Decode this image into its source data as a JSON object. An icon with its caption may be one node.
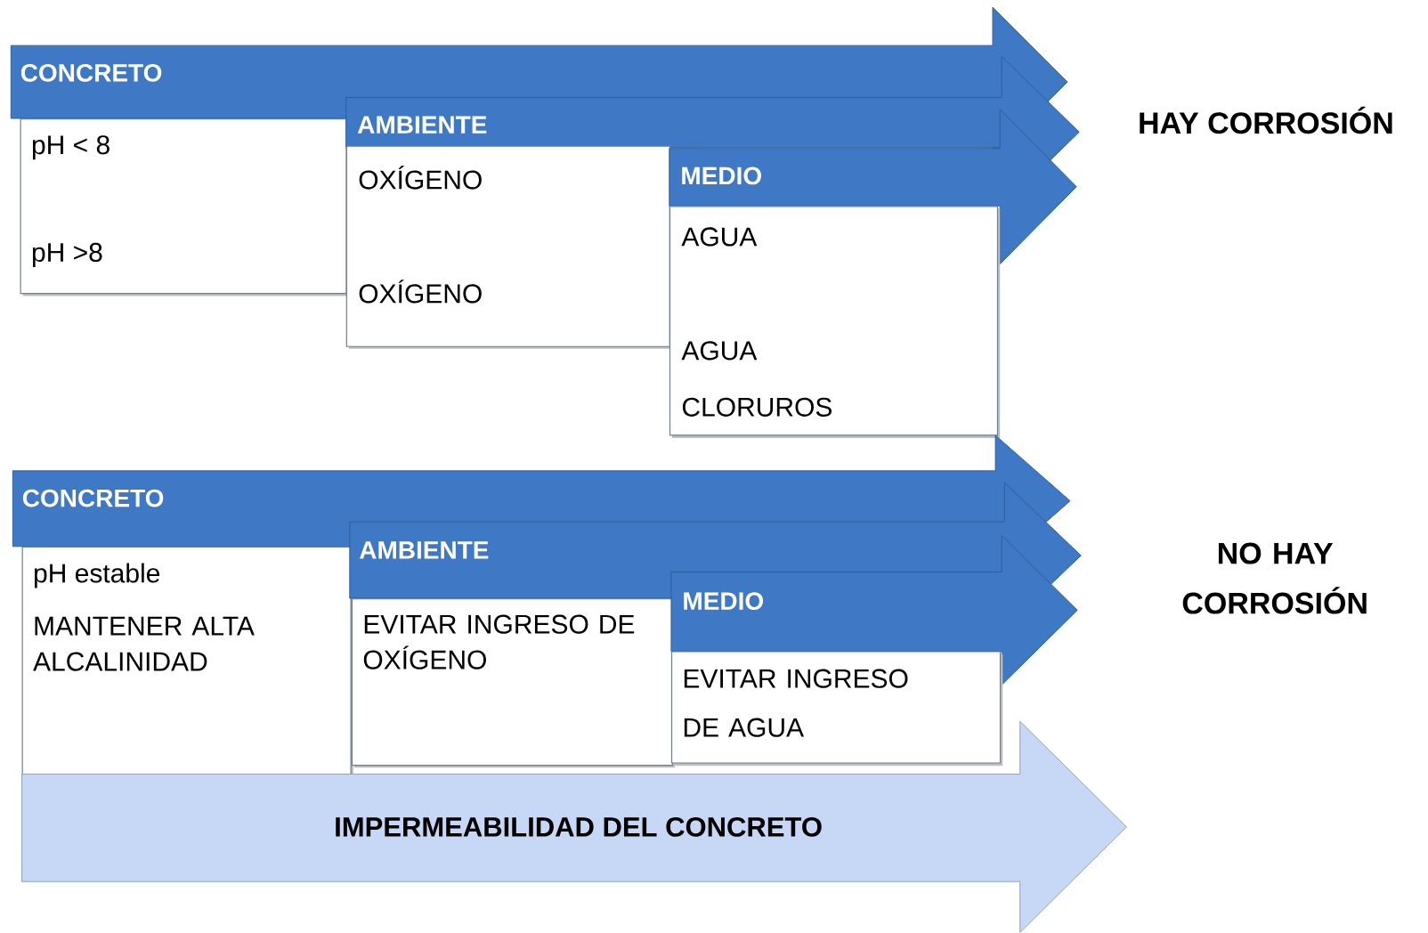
{
  "diagram": {
    "nodes": [
      {
        "text": [
          "CONCRETO"
        ]
      },
      {
        "text": [
          "pH < 8",
          "pH >8"
        ]
      },
      {
        "text": [
          "AMBIENTE"
        ]
      },
      {
        "text": [
          "OXÍGENO",
          "OXÍGENO"
        ]
      },
      {
        "text": [
          "MEDIO"
        ]
      },
      {
        "text": [
          "AGUA",
          "AGUA",
          "CLORUROS"
        ]
      },
      {
        "text": [
          "CONCRETO"
        ]
      },
      {
        "text": [
          "pH estable",
          "MANTENER ALTA ALCALINIDAD"
        ]
      },
      {
        "text": [
          "AMBIENTE"
        ]
      },
      {
        "text": [
          "EVITAR INGRESO DE OXÍGENO"
        ]
      },
      {
        "text": [
          "MEDIO"
        ]
      },
      {
        "text": [
          "EVITAR INGRESO DE AGUA"
        ]
      },
      {
        "text": [
          "IMPERMEABILIDAD DEL CONCRETO"
        ]
      }
    ],
    "labels": [
      "HAY CORROSIÓN",
      "NO HAY CORROSIÓN"
    ]
  }
}
